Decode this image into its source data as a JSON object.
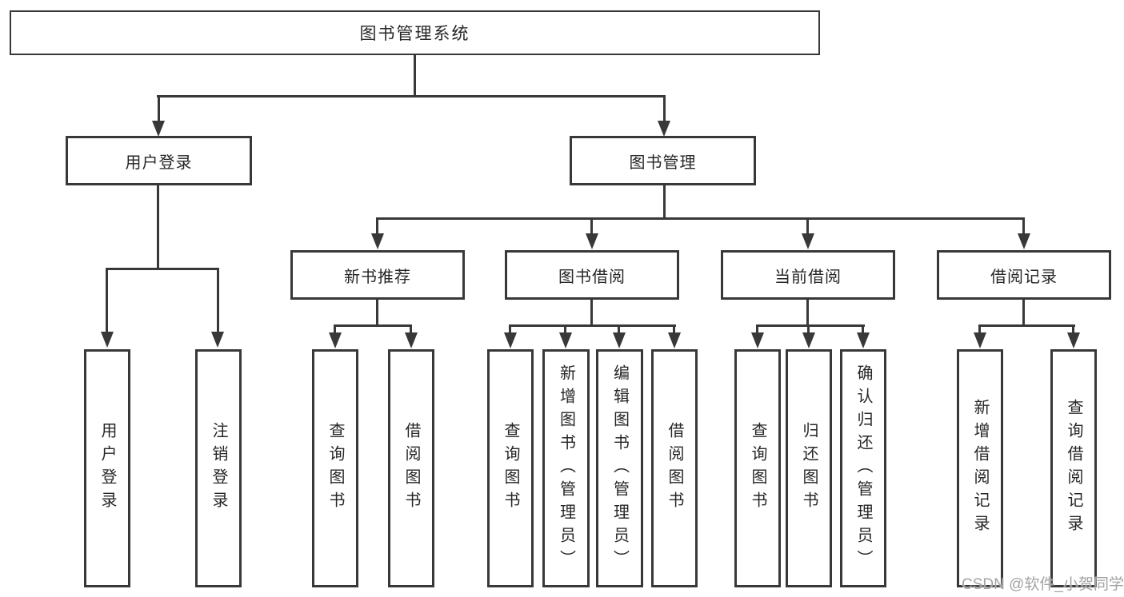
{
  "diagram": {
    "root": {
      "label": "图书管理系统",
      "children": [
        {
          "label": "用户登录",
          "children": [
            {
              "label": "用户登录"
            },
            {
              "label": "注销登录"
            }
          ]
        },
        {
          "label": "图书管理",
          "children": [
            {
              "label": "新书推荐",
              "children": [
                {
                  "label": "查询图书"
                },
                {
                  "label": "借阅图书"
                }
              ]
            },
            {
              "label": "图书借阅",
              "children": [
                {
                  "label": "查询图书"
                },
                {
                  "label": "新增图书（管理员）"
                },
                {
                  "label": "编辑图书（管理员）"
                },
                {
                  "label": "借阅图书"
                }
              ]
            },
            {
              "label": "当前借阅",
              "children": [
                {
                  "label": "查询图书"
                },
                {
                  "label": "归还图书"
                },
                {
                  "label": "确认归还（管理员）"
                }
              ]
            },
            {
              "label": "借阅记录",
              "children": [
                {
                  "label": "新增借阅记录"
                },
                {
                  "label": "查询借阅记录"
                }
              ]
            }
          ]
        }
      ]
    }
  },
  "watermark": {
    "text": "CSDN @软件_小贺同学"
  },
  "colors": {
    "line": "#383838",
    "text": "#262626",
    "watermark": "#a3a3a3",
    "background": "#ffffff"
  }
}
